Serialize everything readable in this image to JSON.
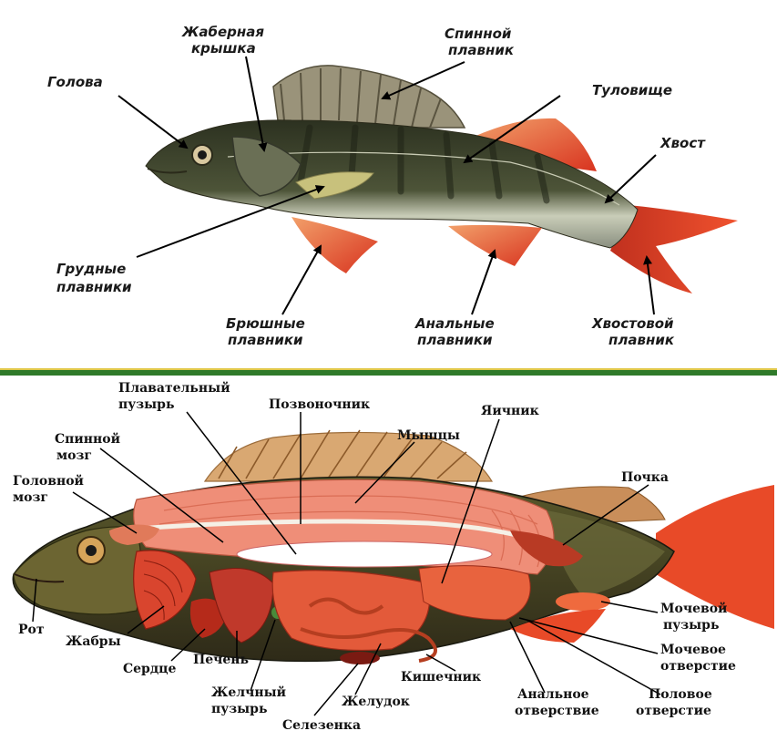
{
  "colors": {
    "divider": "#2f7a2a",
    "fin_red": "#e0402a",
    "body_dark": "#3a3d2a",
    "muscle": "#e8826e",
    "organ_red": "#d9452e"
  },
  "external": {
    "labels": {
      "head": "Голова",
      "gill_cover_1": "Жаберная",
      "gill_cover_2": "крышка",
      "dorsal_fin_1": "Спинной",
      "dorsal_fin_2": "плавник",
      "trunk": "Туловище",
      "tail": "Хвост",
      "pectoral_fins_1": "Грудные",
      "pectoral_fins_2": "плавники",
      "pelvic_fins_1": "Брюшные",
      "pelvic_fins_2": "плавники",
      "anal_fins_1": "Анальные",
      "anal_fins_2": "плавники",
      "caudal_fin_1": "Хвостовой",
      "caudal_fin_2": "плавник"
    }
  },
  "internal": {
    "labels": {
      "swim_bladder_1": "Плавательный",
      "swim_bladder_2": "пузырь",
      "spine": "Позвоночник",
      "ovary": "Яичник",
      "spinal_cord_1": "Спинной",
      "spinal_cord_2": "мозг",
      "muscles": "Мышцы",
      "brain_1": "Головной",
      "brain_2": "мозг",
      "kidney": "Почка",
      "mouth": "Рот",
      "gills": "Жабры",
      "heart": "Сердце",
      "liver": "Печень",
      "gallbladder_1": "Желчный",
      "gallbladder_2": "пузырь",
      "intestine": "Кишечник",
      "stomach": "Желудок",
      "spleen": "Селезенка",
      "urinary_bladder_1": "Мочевой",
      "urinary_bladder_2": "пузырь",
      "urinary_opening_1": "Мочевое",
      "urinary_opening_2": "отверстие",
      "anal_opening_1": "Анальное",
      "anal_opening_2": "отверствие",
      "genital_opening_1": "Половое",
      "genital_opening_2": "отверстие"
    }
  }
}
